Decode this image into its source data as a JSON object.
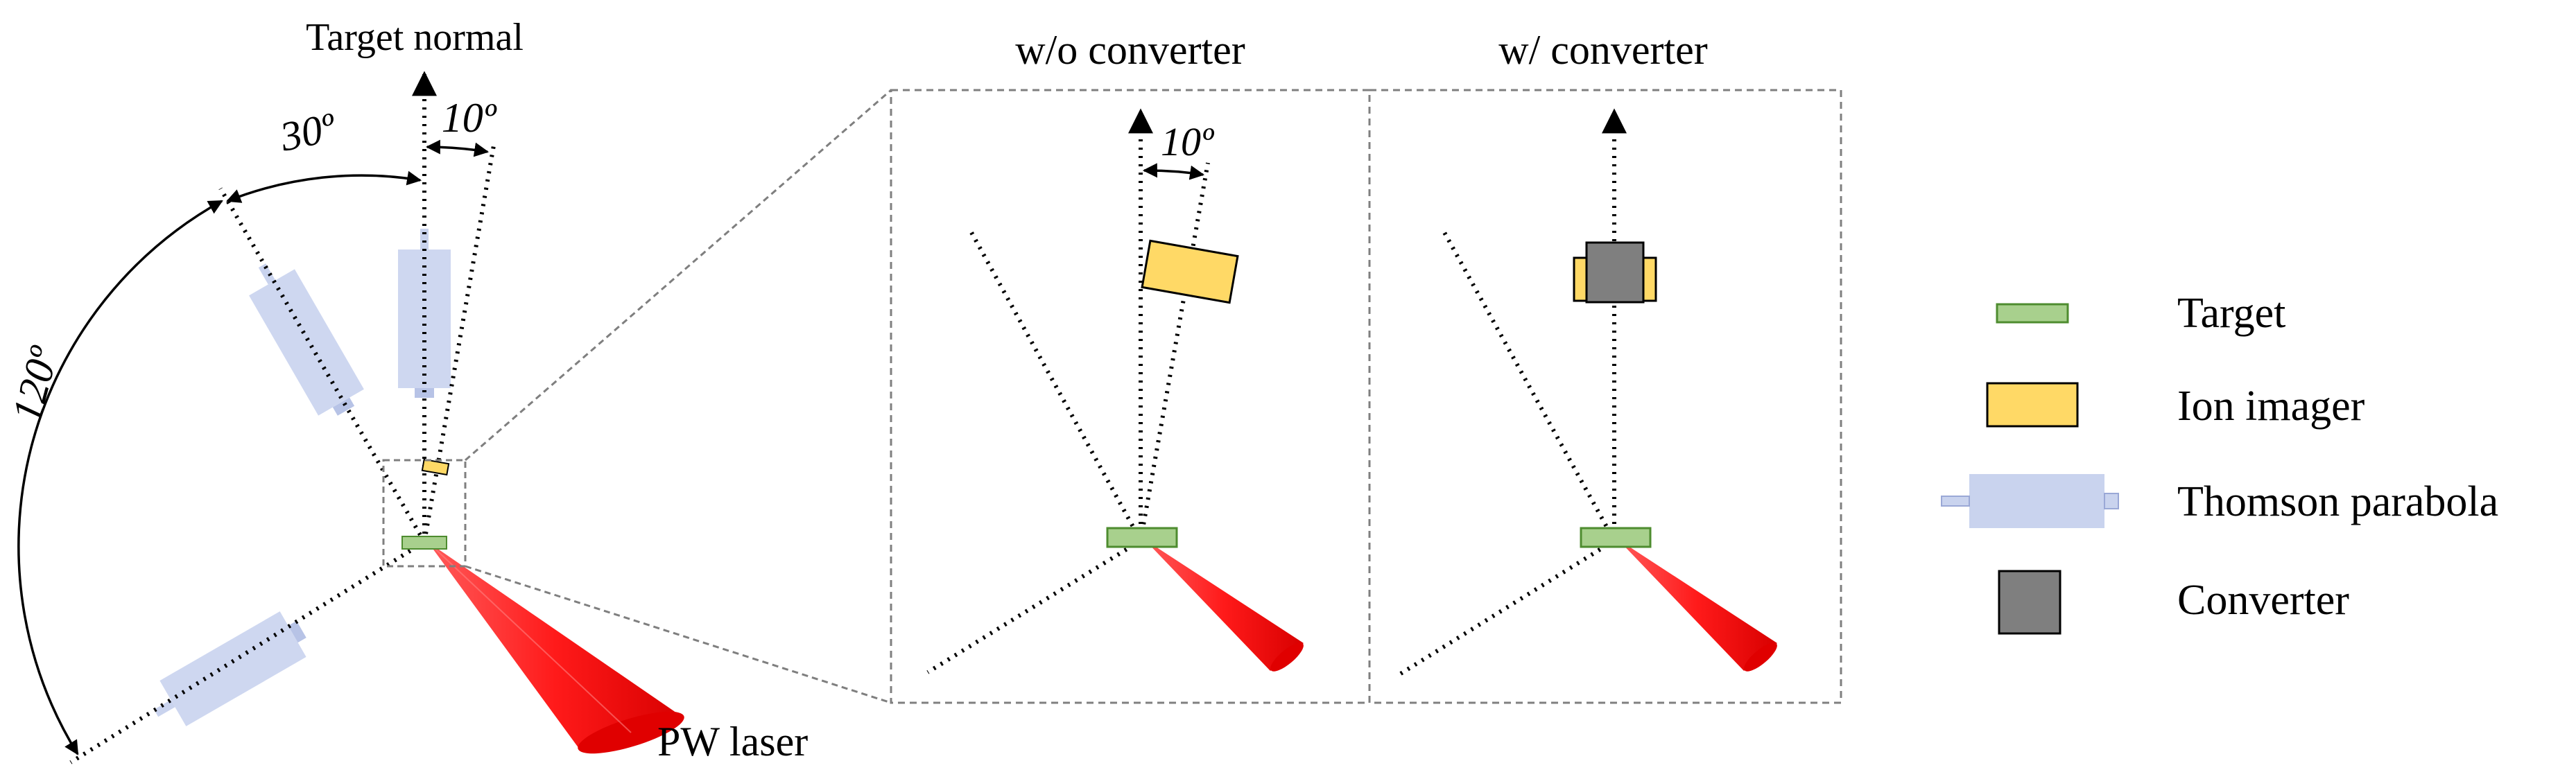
{
  "labels": {
    "target_normal": "Target normal",
    "angle_30": "30º",
    "angle_10": "10º",
    "angle_120": "120º",
    "pw_laser": "PW laser",
    "panel_without_converter": "w/o converter",
    "panel_with_converter": "w/ converter",
    "inset_angle_10": "10º"
  },
  "legend": [
    {
      "key": "target",
      "label": "Target",
      "color": "#a8d08d"
    },
    {
      "key": "ion-imager",
      "label": "Ion imager",
      "color": "#ffd966"
    },
    {
      "key": "thomson-parabola",
      "label": "Thomson parabola",
      "color": "#c9d3ee"
    },
    {
      "key": "converter",
      "label": "Converter",
      "color": "#7f7f7f"
    }
  ],
  "colors": {
    "laser": "#ff2a2a",
    "frame": "#7f7f7f"
  }
}
